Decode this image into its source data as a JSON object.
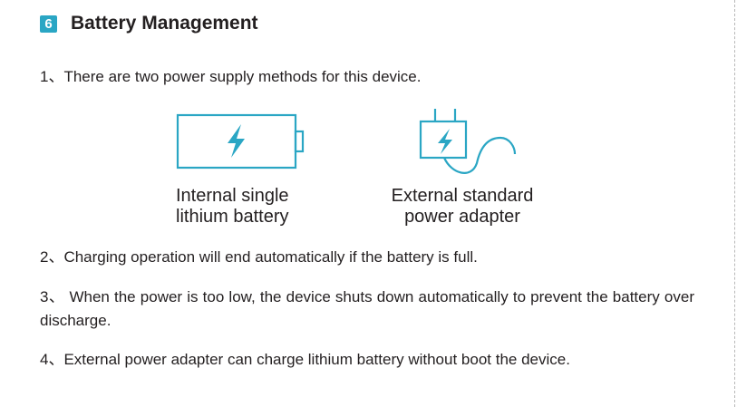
{
  "section": {
    "number": "6",
    "title": "Battery Management"
  },
  "items": [
    "1、There are two power supply methods for this device.",
    "2、Charging operation will end automatically if the battery is full.",
    "3、 When the power is too low, the device shuts down automatically to prevent the battery over discharge.",
    "4、External power adapter can charge lithium battery without boot the device."
  ],
  "power_methods": [
    {
      "icon": "battery-icon",
      "label_line1": "Internal single",
      "label_line2": "lithium battery"
    },
    {
      "icon": "power-adapter-icon",
      "label_line1": "External standard",
      "label_line2": "power adapter"
    }
  ],
  "colors": {
    "accent": "#2aa6c4",
    "text": "#231f20"
  }
}
